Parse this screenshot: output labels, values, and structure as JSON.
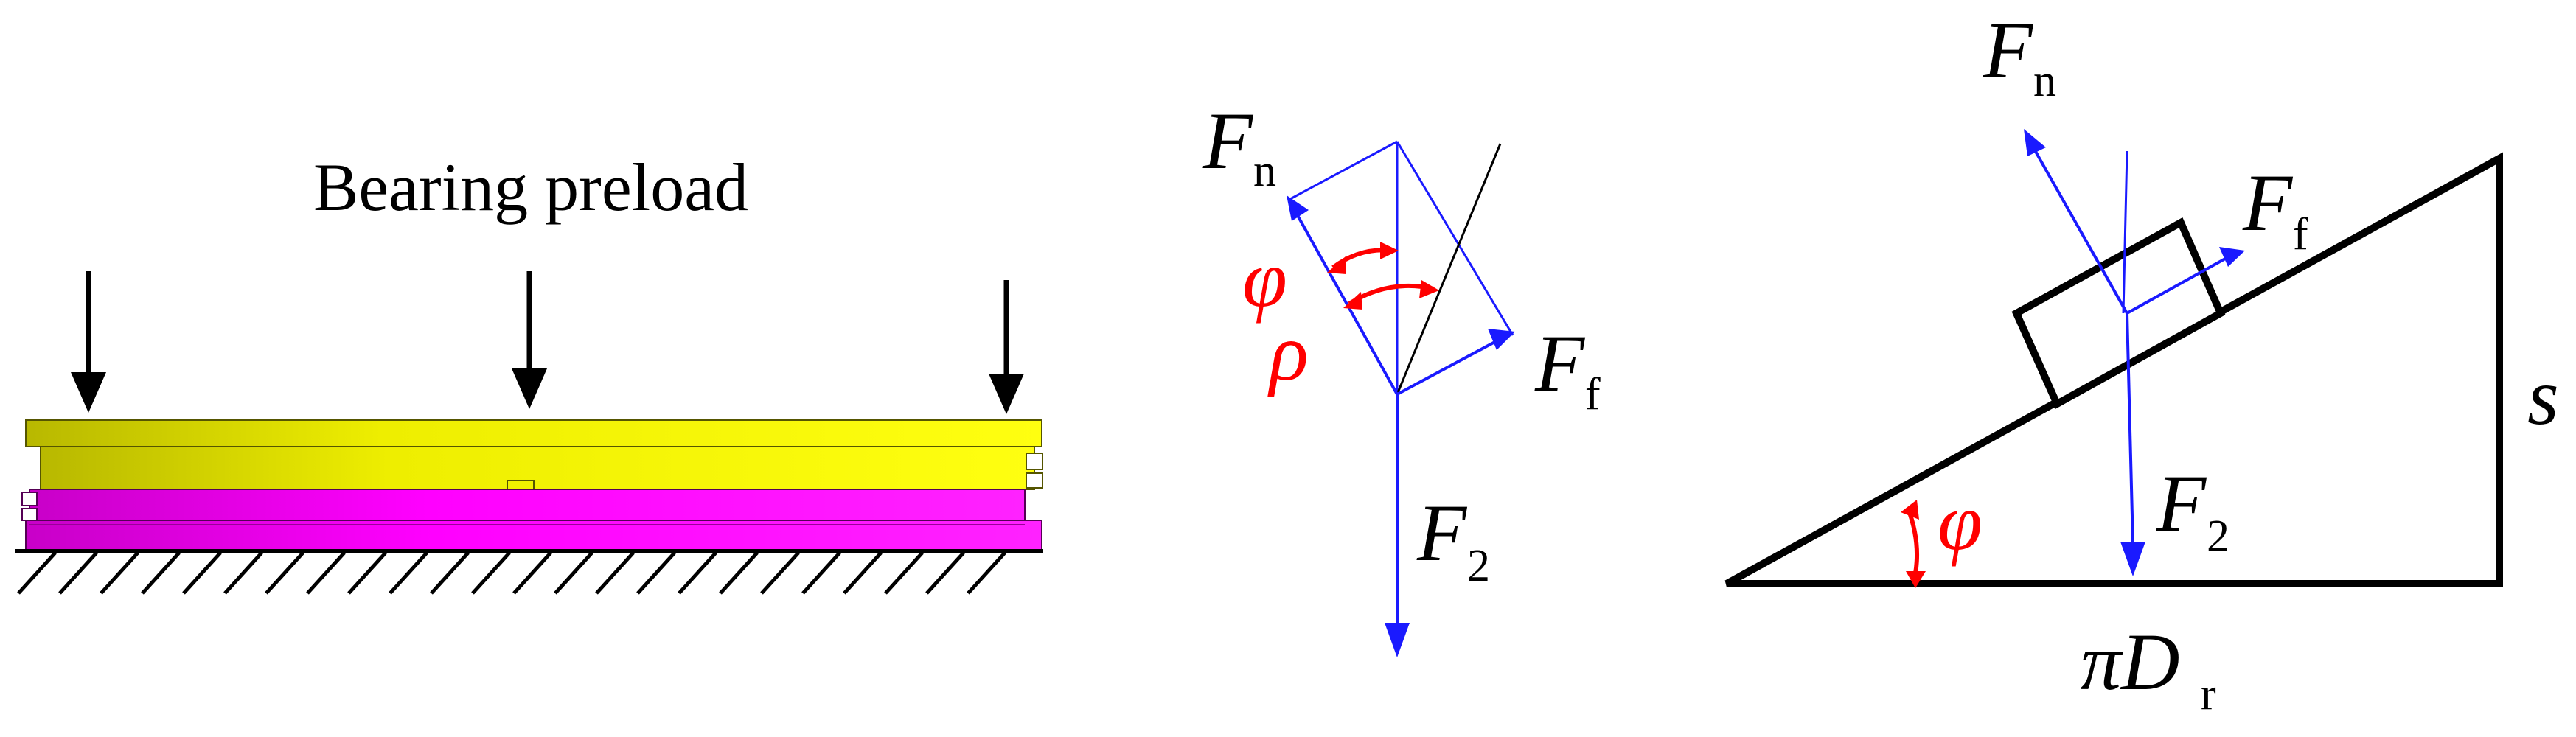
{
  "panel1": {
    "title": "Bearing preload",
    "colors": {
      "upper_ring": "#f0f000",
      "lower_ring": "#ff00ff",
      "arrows": "#000000"
    }
  },
  "panel2": {
    "labels": {
      "Fn": "F",
      "Fn_sub": "n",
      "Ff": "F",
      "Ff_sub": "f",
      "F2": "F",
      "F2_sub": "2",
      "phi": "φ",
      "rho": "ρ"
    },
    "colors": {
      "force": "#1a1aff",
      "angle": "#ff0000"
    }
  },
  "panel3": {
    "labels": {
      "Fn": "F",
      "Fn_sub": "n",
      "Ff": "F",
      "Ff_sub": "f",
      "F2": "F",
      "F2_sub": "2",
      "phi": "φ",
      "s": "s",
      "base": "πD",
      "base_sub": "r"
    },
    "colors": {
      "force": "#1a1aff",
      "angle": "#ff0000",
      "outline": "#000000"
    }
  }
}
